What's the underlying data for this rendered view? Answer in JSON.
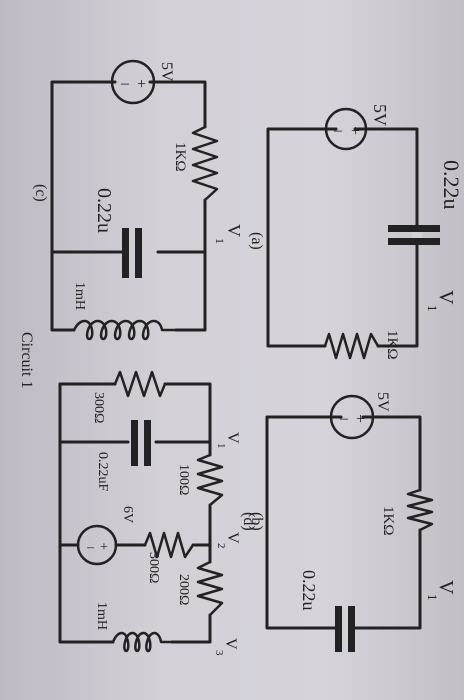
{
  "circuit_a": {
    "source": "5V",
    "capacitor": "0.22u",
    "resistor": "1KΩ",
    "node": "V",
    "node_sub": "1",
    "caption": "(a)"
  },
  "circuit_b": {
    "source": "5V",
    "resistor": "1KΩ",
    "capacitor": "0.22u",
    "node": "V",
    "node_sub": "1",
    "caption": "(b)"
  },
  "circuit_c": {
    "source": "5V",
    "resistor": "1KΩ",
    "capacitor": "0.22u",
    "inductor": "1mH",
    "node": "V",
    "node_sub": "1",
    "caption": "(c)"
  },
  "circuit_d": {
    "resistor_left": "300Ω",
    "capacitor": "0.22uF",
    "resistor_top": "100Ω",
    "source": "6V",
    "resistor_mid": "300Ω",
    "resistor_right": "200Ω",
    "inductor": "1mH",
    "node1": "V",
    "node1_sub": "1",
    "node2": "V",
    "node2_sub": "2",
    "node3": "V",
    "node3_sub": "3",
    "caption": "(d)"
  },
  "footer": {
    "title": "Circuit 1"
  }
}
